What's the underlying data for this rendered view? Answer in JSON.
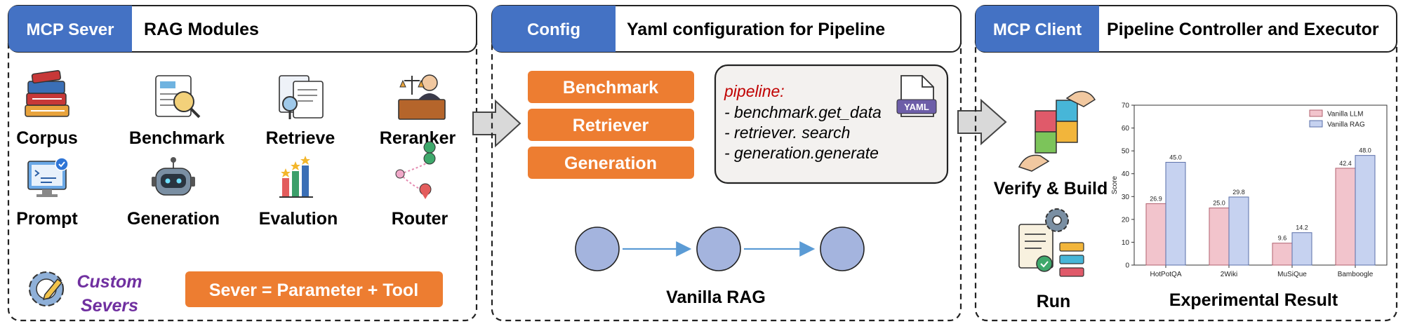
{
  "left_panel": {
    "badge": "MCP Sever",
    "title": "RAG Modules",
    "modules": [
      {
        "label": "Corpus",
        "icon": "books-icon"
      },
      {
        "label": "Benchmark",
        "icon": "document-magnifier-icon"
      },
      {
        "label": "Retrieve",
        "icon": "document-search-icon"
      },
      {
        "label": "Reranker",
        "icon": "judge-icon"
      },
      {
        "label": "Prompt",
        "icon": "monitor-prompt-icon"
      },
      {
        "label": "Generation",
        "icon": "robot-icon"
      },
      {
        "label": "Evalution",
        "icon": "bar-chart-stars-icon"
      },
      {
        "label": "Router",
        "icon": "route-pins-icon"
      }
    ],
    "custom_line1": "Custom",
    "custom_line2": "Severs",
    "formula": "Sever = Parameter + Tool"
  },
  "middle_panel": {
    "badge": "Config",
    "title": "Yaml configuration for Pipeline",
    "steps": [
      "Benchmark",
      "Retriever",
      "Generation"
    ],
    "yaml_icon_label": "YAML",
    "yaml_key": "pipeline:",
    "yaml_lines": [
      "- benchmark.get_data",
      "- retriever. search",
      "- generation.generate"
    ],
    "pipeline_caption": "Vanilla RAG"
  },
  "right_panel": {
    "badge": "MCP Client",
    "title": "Pipeline Controller and Executor",
    "verify_label": "Verify & Build",
    "run_label": "Run",
    "result_caption": "Experimental Result"
  },
  "colors": {
    "badge_blue": "#4472c4",
    "orange": "#ed7d31",
    "dark_red": "#c00000",
    "purple": "#7030a0",
    "node_fill": "#a4b4de",
    "vanilla_llm": "#f2c4cc",
    "vanilla_rag": "#c6d2f0"
  },
  "chart_data": {
    "type": "bar",
    "categories": [
      "HotPotQA",
      "2Wiki",
      "MuSiQue",
      "Bamboogle"
    ],
    "series": [
      {
        "name": "Vanilla LLM",
        "values": [
          26.9,
          25.0,
          9.6,
          42.4
        ]
      },
      {
        "name": "Vanilla RAG",
        "values": [
          45.0,
          29.8,
          14.2,
          48.0
        ]
      }
    ],
    "ylabel": "Score",
    "xlabel": "",
    "ylim": [
      0,
      70
    ],
    "yticks": [
      0,
      10,
      20,
      30,
      40,
      50,
      60,
      70
    ],
    "legend": "top-right",
    "grid": false
  }
}
